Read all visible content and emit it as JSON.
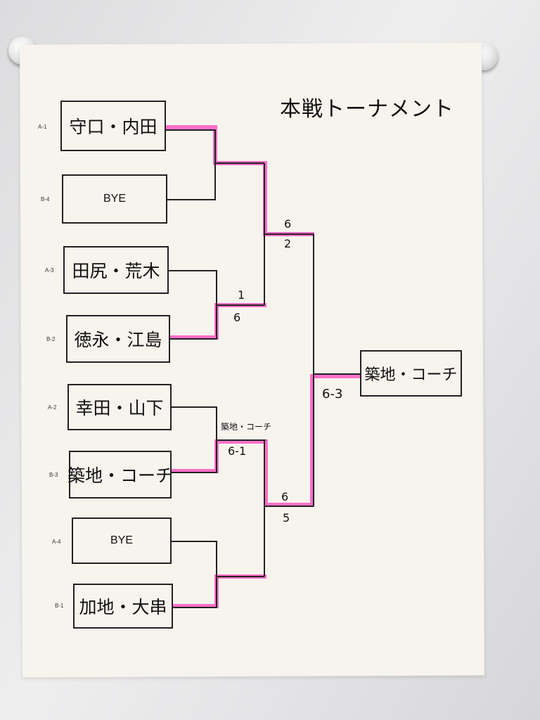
{
  "title": "本戦トーナメント",
  "entries": [
    {
      "seed": "A-1",
      "name": "守口・内田"
    },
    {
      "seed": "B-4",
      "name": "BYE"
    },
    {
      "seed": "A-3",
      "name": "田尻・荒木"
    },
    {
      "seed": "B-2",
      "name": "徳永・江島"
    },
    {
      "seed": "A-2",
      "name": "幸田・山下"
    },
    {
      "seed": "B-3",
      "name": "築地・コーチ"
    },
    {
      "seed": "A-4",
      "name": "BYE"
    },
    {
      "seed": "B-1",
      "name": "加地・大串"
    }
  ],
  "scores": {
    "semi1_top": "6",
    "semi1_bottom": "2",
    "q2_top": "1",
    "q2_bottom": "6",
    "q3_winner": "築地・コーチ",
    "q3_score": "6-1",
    "semi2_top": "6",
    "semi2_bottom": "5",
    "final_score": "6-3"
  },
  "champion": "築地・コーチ",
  "colors": {
    "highlight": "#ff6fc8",
    "line": "#222222",
    "paper": "#f7f4ee"
  }
}
